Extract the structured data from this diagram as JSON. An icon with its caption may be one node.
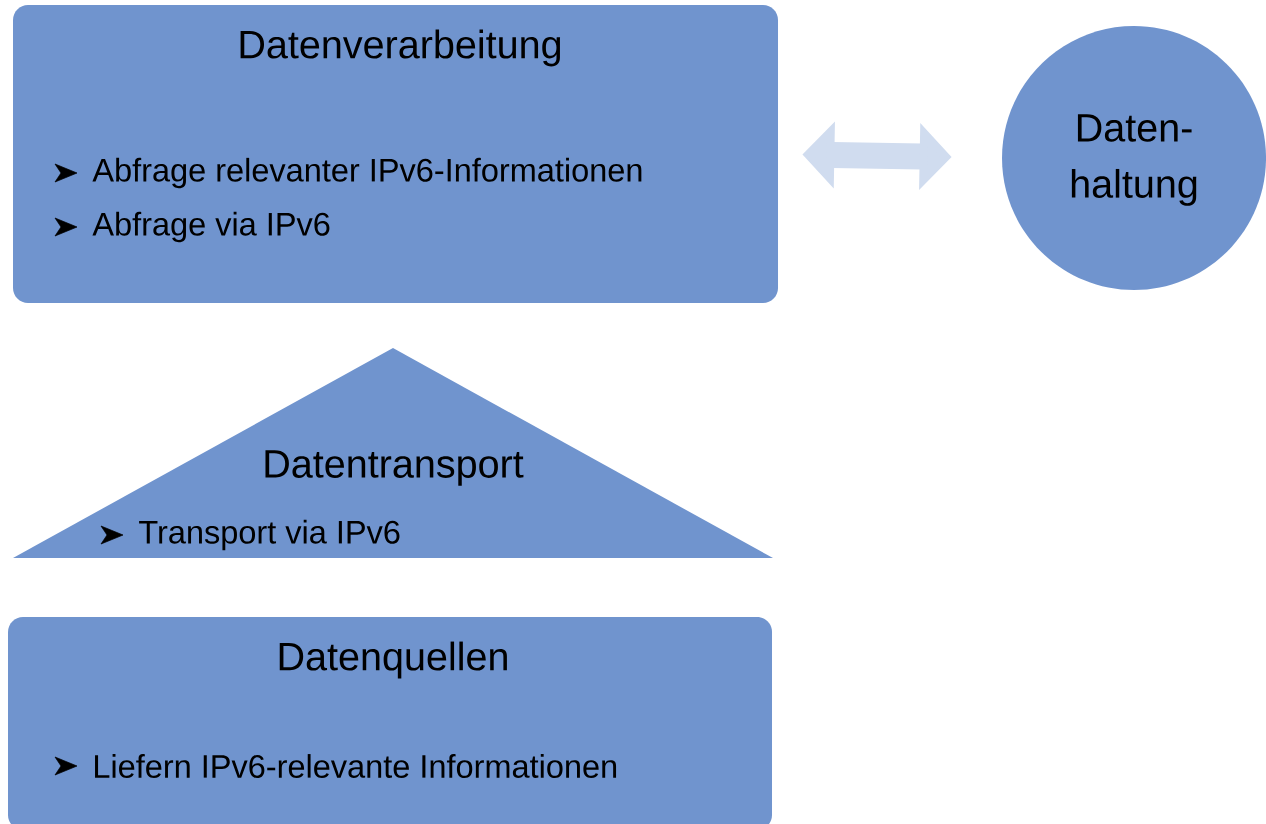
{
  "diagram": {
    "nodes": [
      {
        "text": [
          "Datenverarbeitung",
          "Abfrage relevanter IPv6-Informationen",
          "Abfrage via IPv6"
        ]
      },
      {
        "text": [
          "Daten- haltung"
        ]
      },
      {
        "text": [
          "Datentransport",
          "Transport via IPv6"
        ]
      },
      {
        "text": [
          "Datenquellen",
          "Liefern IPv6-relevante Informationen"
        ]
      }
    ],
    "edges": [
      {
        "from": 0,
        "to": 1,
        "arrow": "both",
        "color": "#d0dcef"
      }
    ]
  }
}
